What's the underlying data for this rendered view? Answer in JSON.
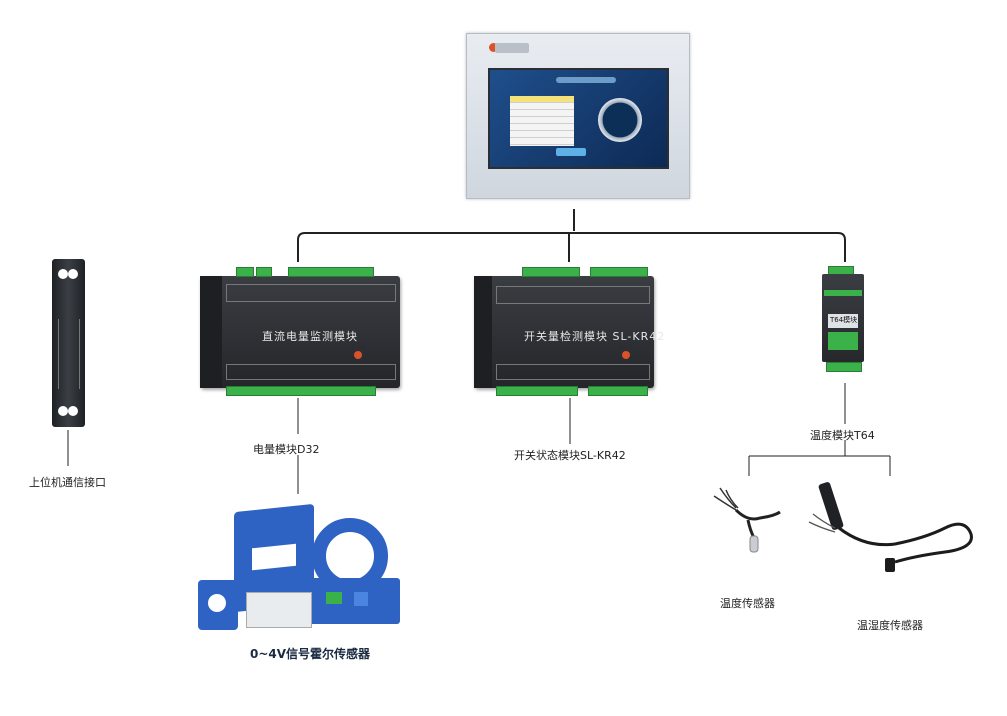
{
  "labels": {
    "d32_name": "电量模块D32",
    "kr42_name": "开关状态模块SL-KR42",
    "t64_name": "温度模块T64",
    "upper_interface": "上位机通信接口",
    "hall_sensor": "0~4V信号霍尔传感器",
    "temp_sensor": "温度传感器",
    "temp_humidity_sensor": "温湿度传感器"
  },
  "modules": {
    "d32_face_text": "直流电量监测模块",
    "kr42_face_text": "开关量检测模块 SL-KR42",
    "t64_plate_text": "T64模块"
  },
  "colors": {
    "wire": "#222222",
    "module_body": "#2b2d31",
    "terminal_green": "#3bb14a",
    "sensor_blue": "#2e63c3",
    "hmi_accent": "#d9532a"
  }
}
